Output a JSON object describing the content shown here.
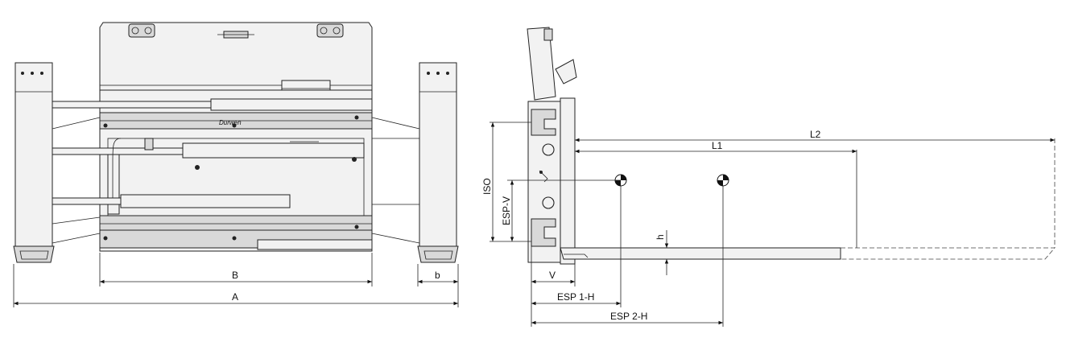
{
  "front_view": {
    "dimensions": {
      "A": "A",
      "B": "B",
      "b": "b"
    },
    "brand_text": "Durwen"
  },
  "side_view": {
    "dimensions": {
      "L1": "L1",
      "L2": "L2",
      "ISO": "ISO",
      "ESP_V": "ESP-V",
      "h": "h",
      "V": "V",
      "ESP_1_H": "ESP 1-H",
      "ESP_2_H": "ESP 2-H"
    }
  }
}
